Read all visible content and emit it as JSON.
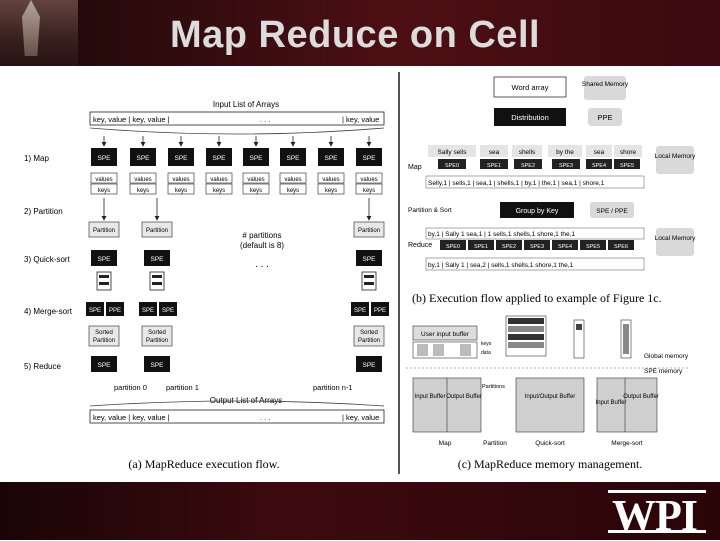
{
  "slide": {
    "title": "Map Reduce on Cell",
    "logo": "WPI"
  },
  "panel_a": {
    "input_label": "Input List of Arrays",
    "output_label": "Output List of Arrays",
    "kv_left": "key, value | key, value |",
    "kv_right": "| key, value",
    "dots": ". . .",
    "steps": [
      "1) Map",
      "2) Partition",
      "3) Quick-sort",
      "4) Merge-sort",
      "5) Reduce"
    ],
    "spe": "SPE",
    "ppe": "PPE",
    "values": "values",
    "keys": "keys",
    "partition": "Partition",
    "partitions_note_1": "# partitions",
    "partitions_note_2": "(default is 8)",
    "sorted_1": "Sorted",
    "sorted_2": "Partition",
    "partition0": "partition 0",
    "partition1": "partition 1",
    "partitionN": "partition n-1",
    "caption": "(a) MapReduce execution flow."
  },
  "panel_b": {
    "word_array": "Word array",
    "shared_memory": "Shared Memory",
    "distribution": "Distribution",
    "ppe": "PPE",
    "words": [
      "Sally sells",
      "sea",
      "shells",
      "by the",
      "sea",
      "shore"
    ],
    "spes": [
      "SPE0",
      "SPE1",
      "SPE2",
      "SPE3",
      "SPE4",
      "SPE5"
    ],
    "map_label": "Map",
    "local_memory": "Local Memory",
    "map_out": "Selly,1 | sells,1 | sea,1 | shells,1 | by,1 | the,1 | sea,1 | shore,1",
    "partition_sort": "Partition & Sort",
    "group_by_key": "Group by Key",
    "spe_ppe": "SPE / PPE",
    "reduce_in": "by,1 | Sally 1 sea,1 | 1 sells,1 shells,1 shore,1 the,1",
    "reduce_label": "Reduce",
    "spe_row2": [
      "SPE0",
      "SPE1",
      "SPE2",
      "SPE3",
      "SPE4",
      "SPE5",
      "SPE6"
    ],
    "reduce_out": "by,1 | Sally 1 | sea,2 | sells,1 shells,1 shore,1 the,1",
    "caption": "(b) Execution flow applied to example of Figure 1c."
  },
  "panel_c": {
    "user_input_buffer": "User input buffer",
    "keys": "keys",
    "data": "data",
    "global_memory": "Global memory",
    "spe_memory": "SPE memory",
    "partitions": "Partitions",
    "input_buffer": "Input Buffer",
    "output_buffer": "Output Buffer",
    "io_buffer": "Input/Output Buffer",
    "map": "Map",
    "partition": "Partition",
    "quick_sort": "Quick-sort",
    "merge_sort": "Merge-sort",
    "caption": "(c) MapReduce memory management."
  }
}
